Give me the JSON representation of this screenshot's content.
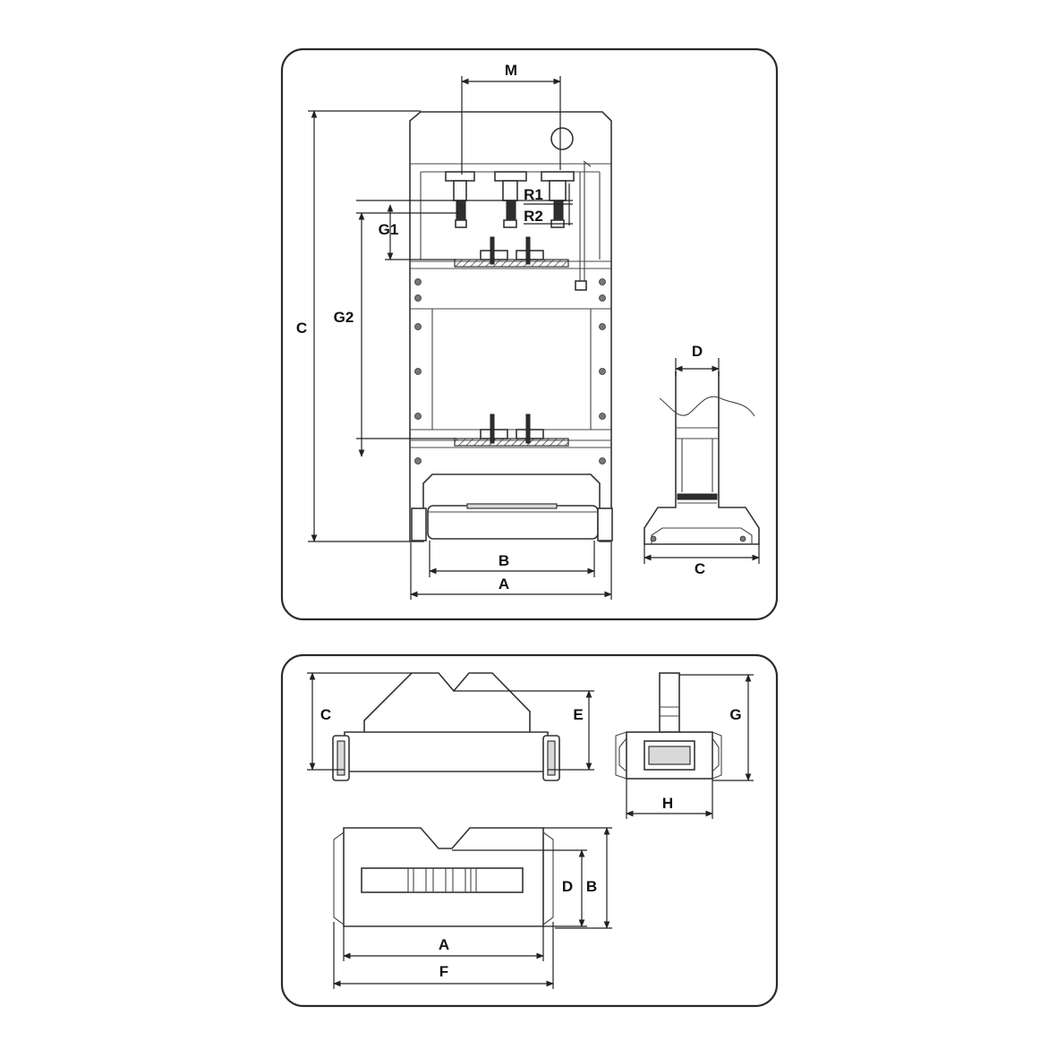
{
  "top_panel": {
    "front_view": {
      "labels": {
        "m": "M",
        "r1": "R1",
        "r2": "R2",
        "g1": "G1",
        "g2": "G2",
        "c": "C",
        "b": "B",
        "a": "A"
      }
    },
    "side_view": {
      "labels": {
        "d": "D",
        "c": "C"
      }
    }
  },
  "bottom_panel": {
    "front_view": {
      "labels": {
        "c": "C",
        "e": "E"
      }
    },
    "end_view": {
      "labels": {
        "g": "G",
        "h": "H"
      }
    },
    "top_view": {
      "labels": {
        "d": "D",
        "b": "B",
        "a": "A",
        "f": "F"
      }
    }
  },
  "colors": {
    "line": "#333333",
    "background": "#ffffff"
  }
}
